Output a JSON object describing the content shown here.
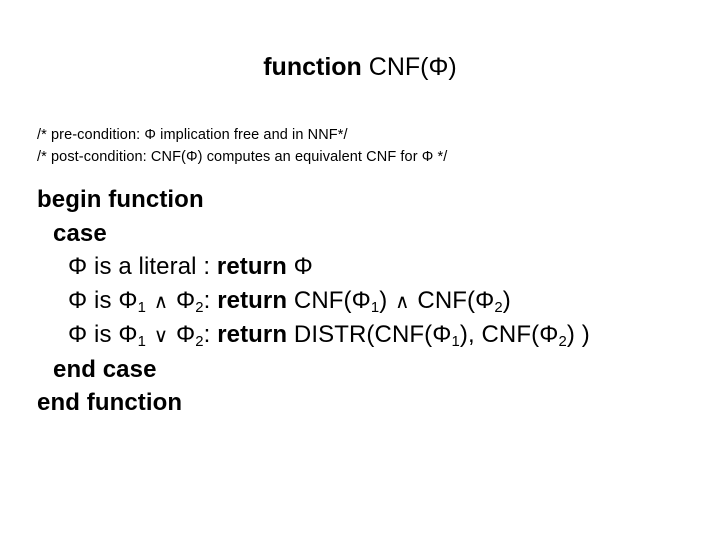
{
  "slide": {
    "background_color": "#ffffff",
    "text_color": "#000000",
    "title": {
      "keyword": "function",
      "name": "CNF(Φ)"
    },
    "comments": [
      "/* pre-condition: Φ implication free and in NNF*/",
      "/* post-condition: CNF(Φ) computes an equivalent CNF for Φ */"
    ],
    "code": {
      "begin_function": "begin function",
      "case": "case",
      "end_case": "end case",
      "end_function": "end function",
      "return_keyword": "return",
      "branches": [
        {
          "condition_prefix": "Φ is a literal",
          "separator": " : ",
          "result": "Φ"
        },
        {
          "condition_prefix": "Φ is Φ",
          "sub1": "1",
          "operator": "∧",
          "operand2": "Φ",
          "sub2": "2",
          "separator": ": ",
          "result_fn": "CNF(Φ",
          "result_sub1": "1",
          "result_mid": ") ",
          "result_operator": "∧",
          "result_fn2": " CNF(Φ",
          "result_sub2": "2",
          "result_tail": ")"
        },
        {
          "condition_prefix": "Φ is Φ",
          "sub1": "1",
          "operator": "∨",
          "operand2": "Φ",
          "sub2": "2",
          "separator": ": ",
          "result_fn": "DISTR(CNF(Φ",
          "result_sub1": "1",
          "result_mid": "), CNF(Φ",
          "result_sub2": "2",
          "result_tail": ") )"
        }
      ]
    }
  }
}
